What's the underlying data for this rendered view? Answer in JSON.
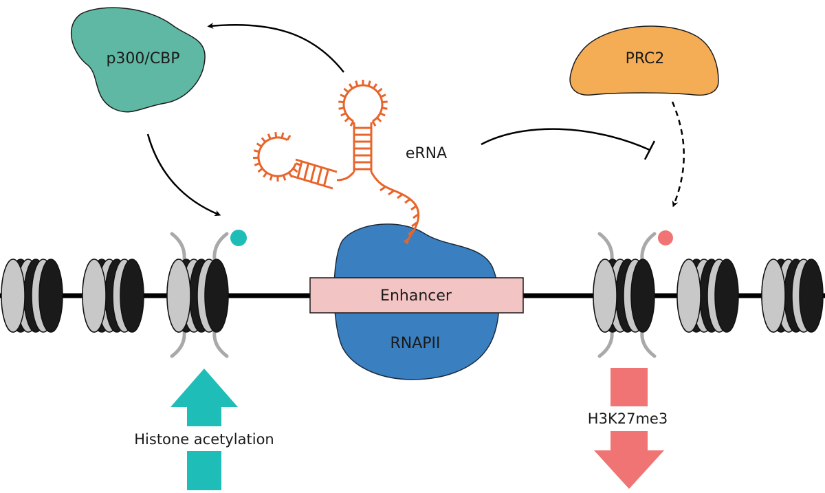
{
  "labels": {
    "p300": "p300/CBP",
    "prc2": "PRC2",
    "erna": "eRNA",
    "enhancer": "Enhancer",
    "rnapii": "RNAPII",
    "acetylation": "Histone acetylation",
    "h3k27": "H3K27me3"
  },
  "colors": {
    "p300": "#5fb8a4",
    "prc2": "#f4ad55",
    "erna": "#e8642a",
    "rnapii": "#3a7fc0",
    "enhancer": "#f3c4c4",
    "acetyl_mark": "#1fbdb8",
    "methyl_mark": "#f07474",
    "nucleosome": "#c8c8c8",
    "dna": "#000000"
  },
  "icons": [
    "nucleosome-icon",
    "acetyl-mark-icon",
    "methyl-mark-icon",
    "up-arrow-icon",
    "down-arrow-icon",
    "inhibition-arrow-icon"
  ]
}
